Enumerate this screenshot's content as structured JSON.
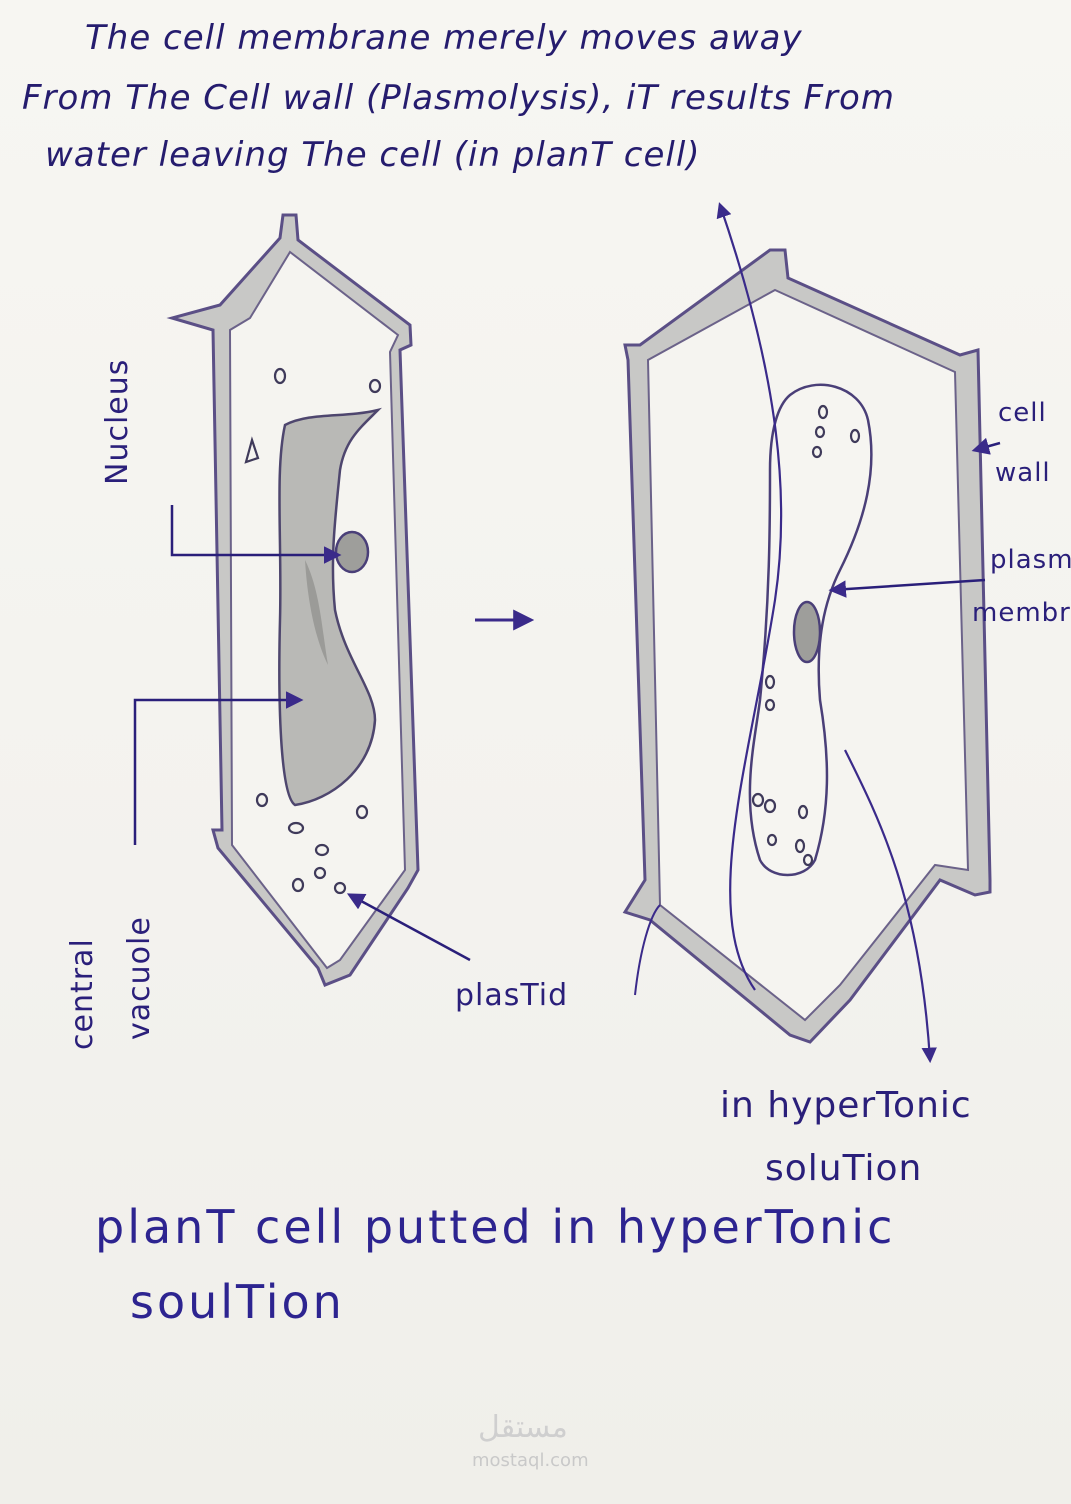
{
  "intro": {
    "line1": "The cell membrane merely moves away",
    "line2": "From The Cell wall (Plasmolysis), iT results From",
    "line3": "water leaving The cell (in planT cell)"
  },
  "labels": {
    "nucleus": "Nucleus",
    "central_vacuole_1": "central",
    "central_vacuole_2": "vacuole",
    "plastid": "plasTid",
    "cell_wall_1": "cell",
    "cell_wall_2": "wall",
    "plasma_membrane_1": "plasm",
    "plasma_membrane_2": "membr",
    "hypertonic_1": "in hyperTonic",
    "hypertonic_2": "soluTion"
  },
  "caption": {
    "line1": "planT cell putted in hyperTonic",
    "line2": "soulTion"
  },
  "watermarks": {
    "center_brand": "مستقل",
    "center_url": "mostaql.com"
  },
  "colors": {
    "ink": "#2a1f7a",
    "cell_wall_fill": "#c4c4c4",
    "vacuole_fill": "#b9b9b6"
  }
}
